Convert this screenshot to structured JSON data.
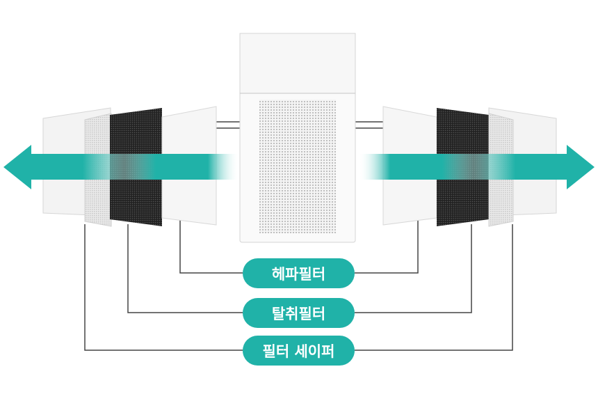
{
  "labels": {
    "hepa": "헤파필터",
    "deodorizing": "탈취필터",
    "filter_safer": "필터 세이퍼"
  },
  "colors": {
    "accent": "#20b2a8",
    "line": "#444444",
    "carbon": "#1e1e1e"
  }
}
